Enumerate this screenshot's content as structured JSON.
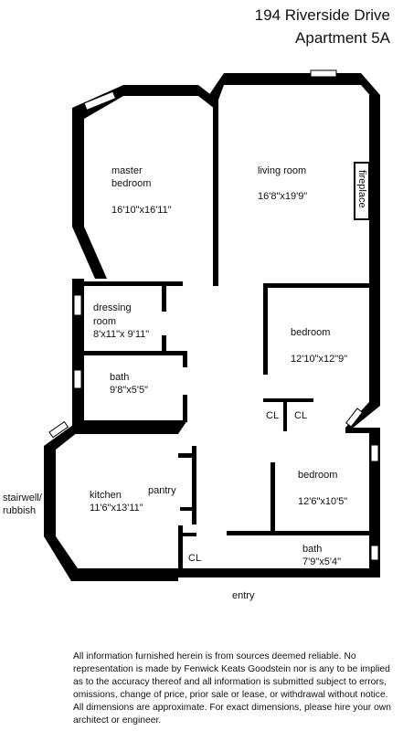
{
  "header": {
    "address": "194 Riverside Drive",
    "unit": "Apartment 5A"
  },
  "rooms": {
    "master_bedroom": {
      "name_line1": "master",
      "name_line2": "bedroom",
      "size": "16'10\"x16'11\""
    },
    "living_room": {
      "name": "living room",
      "size": "16'8\"x19'9\""
    },
    "fireplace": {
      "name": "fireplace"
    },
    "dressing_room": {
      "name_line1": "dressing",
      "name_line2": "room",
      "size": "8'x11\"x 9'11\""
    },
    "bath1": {
      "name": "bath",
      "size": "9'8\"x5'5\""
    },
    "bedroom1": {
      "name": "bedroom",
      "size": "12'10\"x12\"9\""
    },
    "closet1": {
      "name": "CL"
    },
    "closet2": {
      "name": "CL"
    },
    "stairwell": {
      "line1": "stairwell/",
      "line2": "rubbish"
    },
    "kitchen": {
      "name": "kitchen",
      "size": "11'6\"x13'11\""
    },
    "pantry": {
      "name": "pantry"
    },
    "bedroom2": {
      "name": "bedroom",
      "size": "12'6\"x10'5\""
    },
    "closet3": {
      "name": "CL"
    },
    "bath2": {
      "name": "bath",
      "size": "7'9\"x5'4\""
    },
    "entry": {
      "name": "entry"
    }
  },
  "disclaimer": "All information furnished herein is from sources deemed reliable. No representation is made by Fenwick Keats Goodstein nor is any to be implied as to the accuracy thereof and all information is submitted subject to errors, omissions, change of price, prior sale or lease, or withdrawal without notice. All dimensions are approximate. For exact dimensions, please hire your own architect or engineer."
}
